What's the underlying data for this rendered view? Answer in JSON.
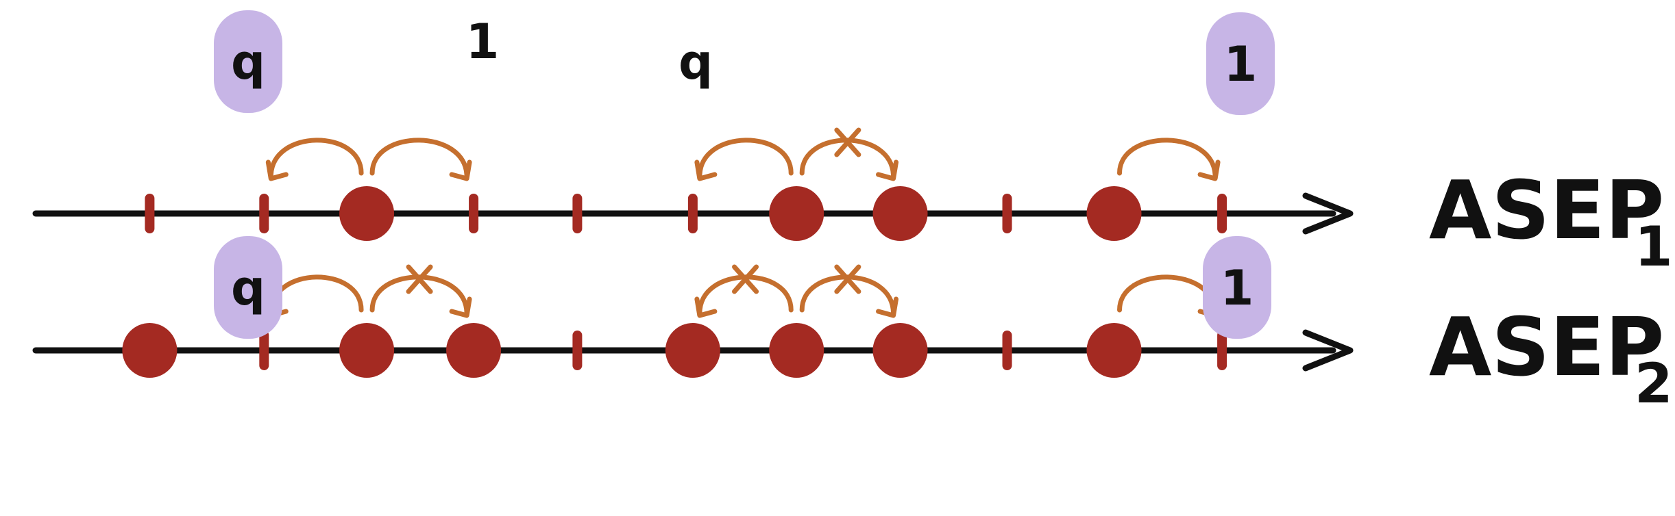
{
  "colors": {
    "axis": "#111111",
    "particle": "#a42a22",
    "site": "#a42a22",
    "arrow": "#c56f2e",
    "highlight": "#c7b5e6",
    "text": "#111111"
  },
  "rows": [
    {
      "label": "ASEP",
      "subscript": "1",
      "sites": [
        "empty",
        "empty",
        "particle",
        "empty",
        "empty",
        "empty",
        "particle",
        "particle",
        "empty",
        "particle",
        "empty"
      ],
      "rate_labels": [
        {
          "text": "q",
          "highlighted": true
        },
        {
          "text": "1",
          "highlighted": false
        },
        {
          "text": "q",
          "highlighted": false
        },
        {
          "text": "1",
          "highlighted": true
        }
      ],
      "jumps": [
        {
          "from": 2,
          "to": 1,
          "blocked": false
        },
        {
          "from": 2,
          "to": 3,
          "blocked": false
        },
        {
          "from": 6,
          "to": 5,
          "blocked": false
        },
        {
          "from": 6,
          "to": 7,
          "blocked": true
        },
        {
          "from": 9,
          "to": 10,
          "blocked": false
        }
      ]
    },
    {
      "label": "ASEP",
      "subscript": "2",
      "sites": [
        "particle",
        "empty",
        "particle",
        "particle",
        "empty",
        "particle",
        "particle",
        "particle",
        "empty",
        "particle",
        "empty"
      ],
      "rate_labels": [
        {
          "text": "q",
          "highlighted": true
        },
        {
          "text": "1",
          "highlighted": true
        }
      ],
      "jumps": [
        {
          "from": 2,
          "to": 1,
          "blocked": false
        },
        {
          "from": 2,
          "to": 3,
          "blocked": true
        },
        {
          "from": 6,
          "to": 5,
          "blocked": true
        },
        {
          "from": 6,
          "to": 7,
          "blocked": true
        },
        {
          "from": 9,
          "to": 10,
          "blocked": false
        }
      ]
    }
  ]
}
